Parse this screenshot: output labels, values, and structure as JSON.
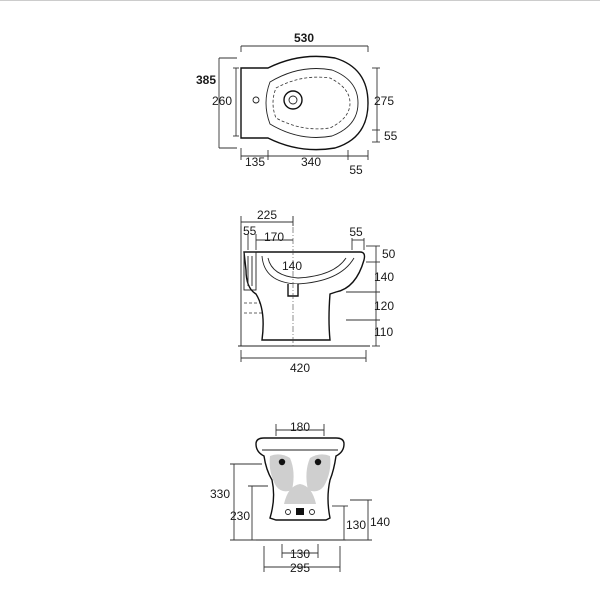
{
  "views": {
    "plan": {
      "overall_width": "530",
      "overall_depth": "385",
      "depth_to_hole": "260",
      "bowl_depth": "275",
      "rear_offset": "55",
      "left_offset": "135",
      "bowl_width": "340",
      "right_offset": "55"
    },
    "side": {
      "wall_to_axis": "225",
      "inner_wall_gap": "55",
      "axis_to_trap": "170",
      "rim_overhang": "55",
      "rim_label": "140",
      "rim_thickness": "50",
      "bowl_height": "140",
      "outlet_height": "120",
      "floor_height": "110",
      "overall_length": "420"
    },
    "rear": {
      "top_width": "180",
      "overall_height": "330",
      "fixing_height": "230",
      "inlet_height": "130",
      "outlet_height": "140",
      "base_inner_width": "130",
      "base_width": "295"
    }
  }
}
